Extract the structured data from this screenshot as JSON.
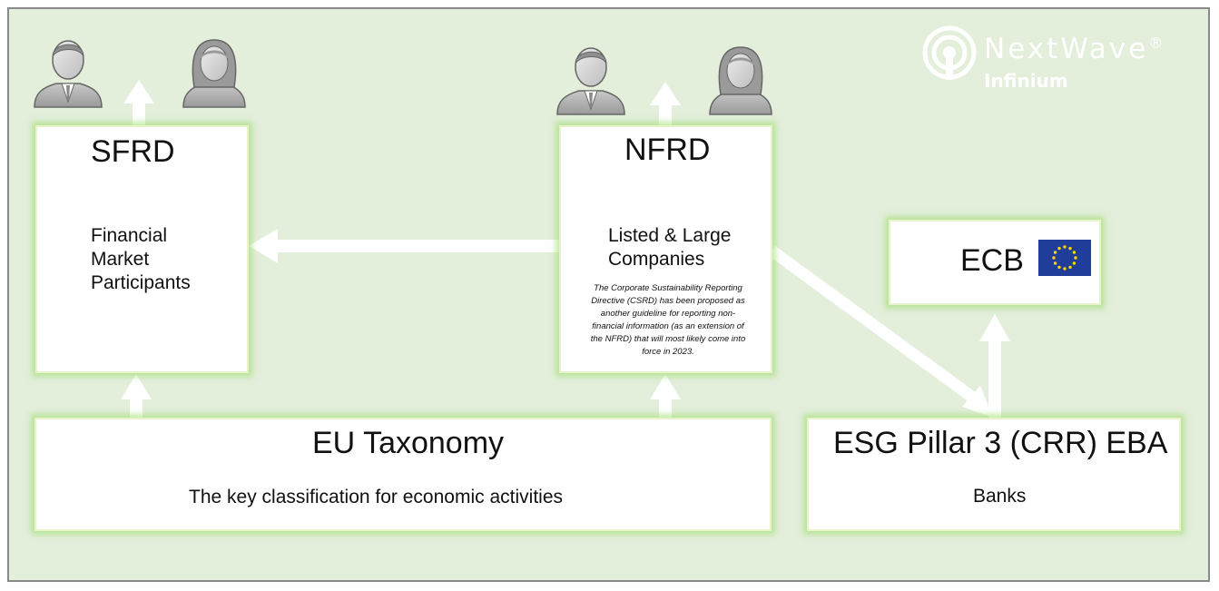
{
  "logo": {
    "brand": "NextWave",
    "registered": "®",
    "product": "Infinium"
  },
  "boxes": {
    "sfrd": {
      "title": "SFRD",
      "line1": "Financial",
      "line2": "Market",
      "line3": "Participants"
    },
    "nfrd": {
      "title": "NFRD",
      "line1": "Listed & Large",
      "line2": "Companies",
      "note": [
        "The Corporate Sustainability Reporting",
        "Directive (CSRD) has been proposed as",
        "another guideline for reporting non-",
        "financial information (as an extension of",
        "the NFRD) that will most likely come into",
        "force in 2023."
      ]
    },
    "ecb": {
      "title": "ECB",
      "flag_icon": "eu-flag-icon"
    },
    "taxonomy": {
      "title": "EU Taxonomy",
      "subtitle": "The key classification for economic activities"
    },
    "pillar3": {
      "title": "ESG Pillar 3 (CRR) EBA",
      "subtitle": "Banks"
    }
  },
  "icons": [
    "businessman-icon",
    "businesswoman-icon"
  ],
  "colors": {
    "background": "#e3eedb",
    "glow": "#9edc6e",
    "arrow": "#ffffff",
    "flag_blue": "#1f3d99",
    "flag_star": "#ffd400"
  }
}
